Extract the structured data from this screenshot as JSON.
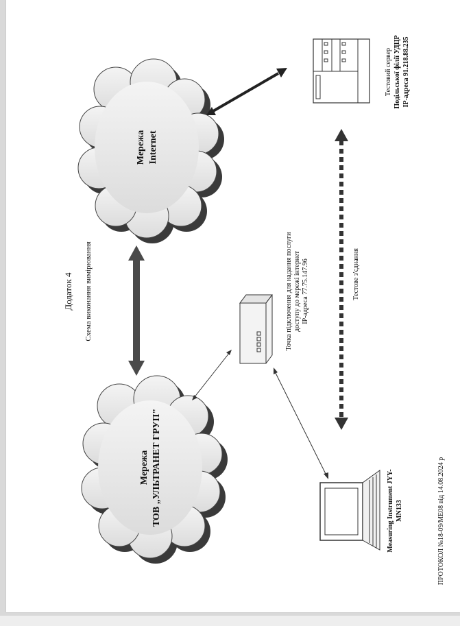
{
  "doc": {
    "appendix_title": "Додаток 4",
    "scheme_title": "Схема виконання вимірювання",
    "footer": "ПРОТОКОЛ №18-09/МЕ08 від 14.08.2024 р"
  },
  "nodes": {
    "internet_cloud": {
      "line1": "Мережа",
      "line2": "Internet"
    },
    "isp_cloud": {
      "line1": "Мережа",
      "line2": "ТОВ „УЛЬТРАНЕТ ГРУП\""
    },
    "test_server": {
      "line1": "Тестовий сервер",
      "line2": "Подільської філії УДЦР",
      "line3": "IP-адреса  91.218.88.235"
    },
    "access_point": {
      "line1": "Точка підключення для надання послуги",
      "line2": "доступу до мережі інтернет",
      "line3": "IP-адреса  77.75.147.96"
    },
    "laptop": {
      "line1": "Measuring Instrument JYY-",
      "line2": "MN133"
    }
  },
  "links": {
    "test_link_label": "Тестове з'єднання"
  }
}
